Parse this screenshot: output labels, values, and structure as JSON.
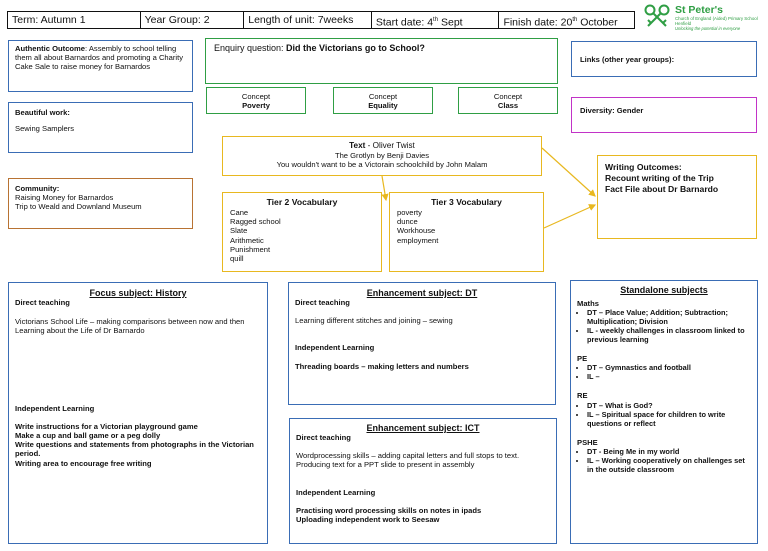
{
  "header": {
    "term": "Term: Autumn 1",
    "year_group": "Year Group: 2",
    "length": "Length of unit: 7weeks",
    "start_prefix": "Start date: 4",
    "start_sup": "th",
    "start_suffix": " Sept",
    "finish_prefix": "Finish date: 20",
    "finish_sup": "th",
    "finish_suffix": " October"
  },
  "logo": {
    "name": "St Peter's",
    "subtitle": "Church of England (Aided) Primary School",
    "place": "Henfield",
    "motto": "Unlocking the potential in everyone"
  },
  "authentic": {
    "title": "Authentic Outcome",
    "body": ": Assembly to school telling them all about Barnardos and promoting a Charity Cake Sale to raise money for Barnardos"
  },
  "enquiry": {
    "label": "Enquiry question: ",
    "question": "Did the Victorians go to School?"
  },
  "concepts": [
    {
      "label": "Concept",
      "value": "Poverty"
    },
    {
      "label": "Concept",
      "value": "Equality"
    },
    {
      "label": "Concept",
      "value": "Class"
    }
  ],
  "links": {
    "label": "Links (other year groups):"
  },
  "diversity": {
    "label": "Diversity: Gender"
  },
  "beautiful": {
    "title": "Beautiful work:",
    "body": "Sewing Samplers"
  },
  "text_box": {
    "label": "Text",
    "title": "Oliver Twist",
    "lines": [
      "The Grotlyn by Benji Davies",
      "You wouldn't want to be a Victorain schoolchild by John Malam"
    ]
  },
  "community": {
    "title": "Community:",
    "lines": [
      "Raising Money for Barnardos",
      "Trip to Weald and Downland Museum"
    ]
  },
  "tier2": {
    "title": "Tier 2 Vocabulary",
    "words": [
      "Cane",
      "Ragged school",
      "Slate",
      "Arithmetic",
      "Punishment",
      "quill"
    ]
  },
  "tier3": {
    "title": "Tier 3 Vocabulary",
    "words": [
      "poverty",
      "dunce",
      "Workhouse",
      "employment"
    ]
  },
  "writing": {
    "lines": [
      "Writing Outcomes:",
      "Recount writing of the Trip",
      "Fact File about Dr Barnardo"
    ]
  },
  "focus": {
    "title": "Focus subject: History",
    "direct_label": "Direct teaching",
    "direct_lines": [
      "Victorians School Life – making comparisons between now and then",
      "Learning about the Life of Dr Barnardo"
    ],
    "il_label": "Independent Learning",
    "il_lines": [
      "Write instructions for a Victorian playground game",
      "Make a cup and ball game or a peg dolly",
      "Write questions and statements from photographs in the Victorian period.",
      "Writing area to encourage free writing"
    ]
  },
  "dt": {
    "title": "Enhancement subject: DT",
    "direct_label": "Direct teaching",
    "direct_text": "Learning different stitches and joining – sewing",
    "il_label": "Independent Learning",
    "il_text": "Threading boards – making letters and numbers"
  },
  "ict": {
    "title": "Enhancement subject: ICT",
    "direct_label": "Direct teaching",
    "direct_text": "Wordprocessing skills – adding capital letters and full stops to text. Producing text for a PPT slide to present in assembly",
    "il_label": "Independent Learning",
    "il_lines": [
      "Practising word processing skills on notes in ipads",
      "Uploading independent work to Seesaw"
    ]
  },
  "standalone": {
    "title": "Standalone subjects",
    "subjects": [
      {
        "name": "Maths",
        "items": [
          "DT – Place Value; Addition; Subtraction; Multiplication; Division",
          "IL -  weekly challenges in classroom linked to previous learning"
        ]
      },
      {
        "name": "PE",
        "items": [
          "DT – Gymnastics and football",
          "IL –"
        ]
      },
      {
        "name": "RE",
        "items": [
          "DT – What is God?",
          "IL – Spiritual space for children to write questions or reflect"
        ]
      },
      {
        "name": "PSHE",
        "items": [
          "DT - Being Me in my world",
          "IL – Working cooperatively on challenges set in the outside classroom"
        ]
      }
    ]
  },
  "colors": {
    "blue": "#3a6db5",
    "green": "#2f9e44",
    "yellow": "#e8b820",
    "orange": "#b87333",
    "purple": "#c233c7"
  }
}
